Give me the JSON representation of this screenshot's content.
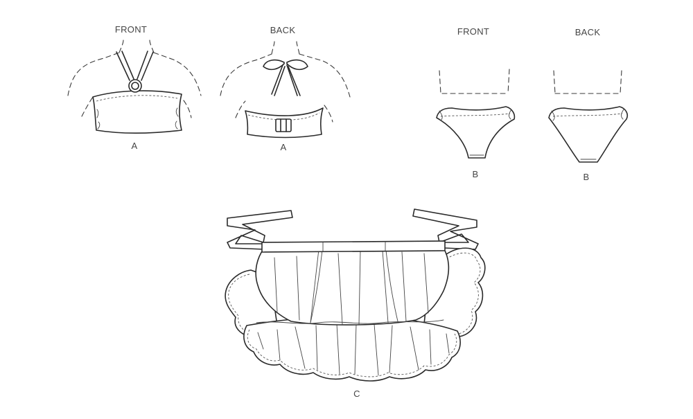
{
  "views": {
    "top_front_label": "FRONT",
    "top_back_label": "BACK",
    "bottom_front_label": "FRONT",
    "bottom_back_label": "BACK"
  },
  "views_letters": {
    "top_front": "A",
    "top_back": "A",
    "bottom_front": "B",
    "bottom_back": "B",
    "skirt": "C"
  },
  "colors": {
    "ink": "#2a2a2a",
    "label": "#444444",
    "background": "#ffffff"
  }
}
